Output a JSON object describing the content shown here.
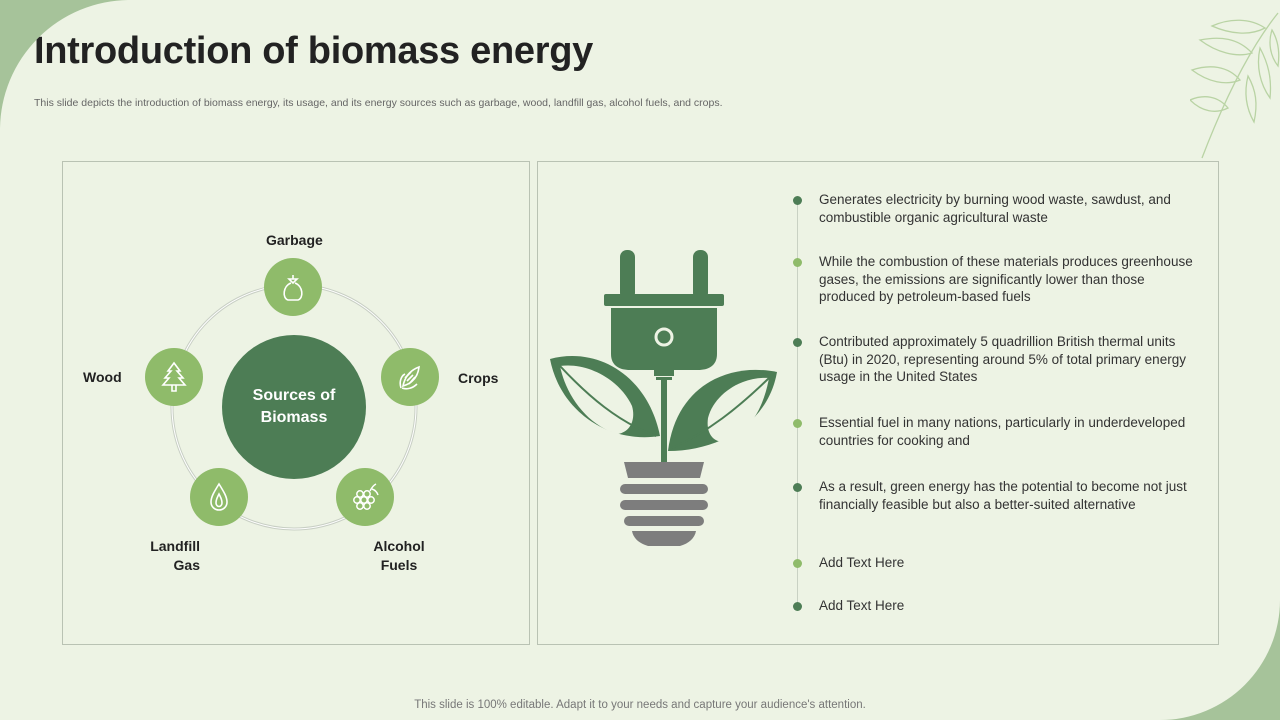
{
  "title": "Introduction of biomass energy",
  "subtitle": "This slide depicts the introduction of biomass energy, its usage, and its energy sources such as garbage, wood, landfill gas, alcohol fuels, and crops.",
  "diagram": {
    "center_label": "Sources of Biomass",
    "nodes": [
      {
        "label": "Garbage",
        "icon": "garbage-bag-icon"
      },
      {
        "label": "Crops",
        "icon": "corn-icon"
      },
      {
        "label": "Alcohol Fuels",
        "icon": "grapes-icon"
      },
      {
        "label": "Landfill Gas",
        "icon": "flame-drop-icon"
      },
      {
        "label": "Wood",
        "icon": "tree-icon"
      }
    ],
    "colors": {
      "center": "#4d7d55",
      "node": "#8fbb6a",
      "ring": "#c8cfc4"
    }
  },
  "illustration": {
    "icon": "plug-bulb-leaves-icon",
    "colors": {
      "dark": "#4d7d55",
      "gray": "#7d7d7d"
    }
  },
  "bullets": [
    {
      "text": "Generates electricity by burning wood waste, sawdust, and combustible organic agricultural waste",
      "color": "#4d7d55"
    },
    {
      "text": "While the combustion of these materials produces greenhouse gases, the emissions are significantly lower than those produced by petroleum-based fuels",
      "color": "#8fbb6a"
    },
    {
      "text": "Contributed approximately 5 quadrillion British thermal units (Btu) in 2020, representing around 5% of total primary energy usage in the United States",
      "color": "#4d7d55"
    },
    {
      "text": "Essential fuel in many nations, particularly in underdeveloped countries for cooking and",
      "color": "#8fbb6a"
    },
    {
      "text": "As a result, green energy has the potential to become not just financially feasible but also a better-suited alternative",
      "color": "#4d7d55"
    },
    {
      "text": "Add Text Here",
      "color": "#8fbb6a"
    },
    {
      "text": "Add Text Here",
      "color": "#4d7d55"
    }
  ],
  "footer": "This slide is 100% editable. Adapt it to your needs and capture your audience's attention."
}
